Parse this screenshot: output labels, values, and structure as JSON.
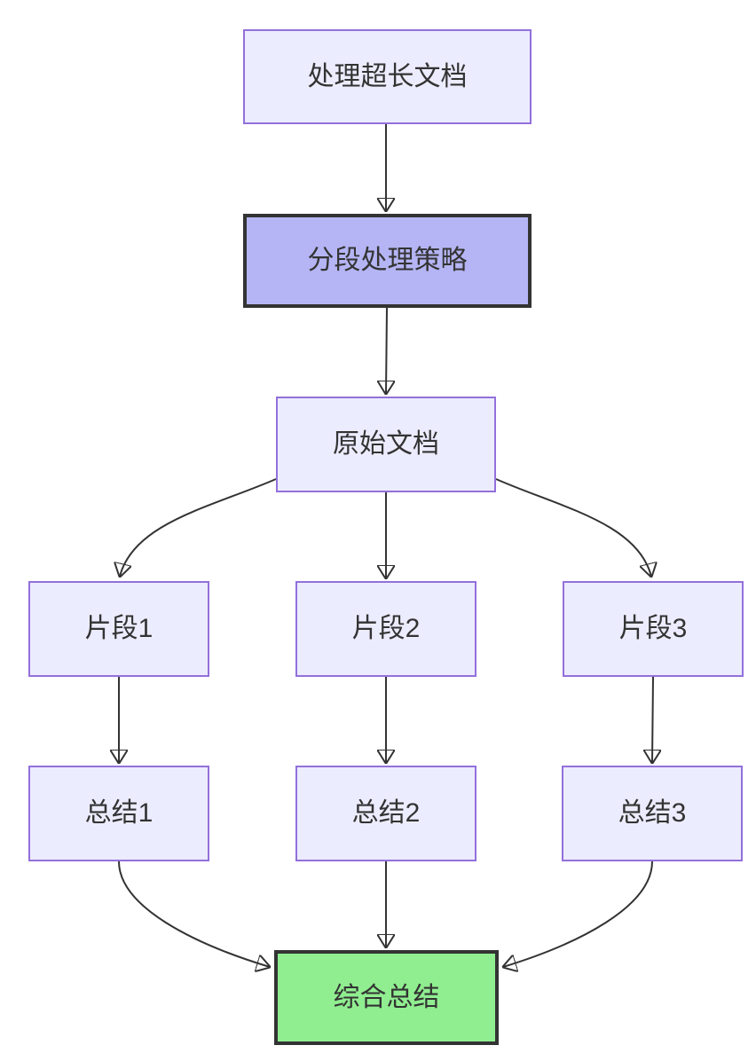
{
  "diagram": {
    "type": "flowchart",
    "direction": "top-down",
    "background_color": "#ffffff",
    "colors": {
      "default_node_fill": "#ECECFF",
      "default_node_border": "#9370DB",
      "emphasis_node_fill": "#b5b5f5",
      "emphasis_node_border": "#333333",
      "success_node_fill": "#90EE90",
      "success_node_border": "#333333",
      "edge_color": "#333333",
      "text_color": "#333333"
    },
    "nodes": [
      {
        "id": "process-long-doc",
        "label": "处理超长文档",
        "style": "default"
      },
      {
        "id": "segment-strategy",
        "label": "分段处理策略",
        "style": "emphasis"
      },
      {
        "id": "original-doc",
        "label": "原始文档",
        "style": "default"
      },
      {
        "id": "segment-1",
        "label": "片段1",
        "style": "default"
      },
      {
        "id": "segment-2",
        "label": "片段2",
        "style": "default"
      },
      {
        "id": "segment-3",
        "label": "片段3",
        "style": "default"
      },
      {
        "id": "summary-1",
        "label": "总结1",
        "style": "default"
      },
      {
        "id": "summary-2",
        "label": "总结2",
        "style": "default"
      },
      {
        "id": "summary-3",
        "label": "总结3",
        "style": "default"
      },
      {
        "id": "combined-summary",
        "label": "综合总结",
        "style": "success"
      }
    ],
    "edges": [
      {
        "from": "处理超长文档",
        "to": "分段处理策略"
      },
      {
        "from": "分段处理策略",
        "to": "原始文档"
      },
      {
        "from": "原始文档",
        "to": "片段1"
      },
      {
        "from": "原始文档",
        "to": "片段2"
      },
      {
        "from": "原始文档",
        "to": "片段3"
      },
      {
        "from": "片段1",
        "to": "总结1"
      },
      {
        "from": "片段2",
        "to": "总结2"
      },
      {
        "from": "片段3",
        "to": "总结3"
      },
      {
        "from": "总结1",
        "to": "综合总结"
      },
      {
        "from": "总结2",
        "to": "综合总结"
      },
      {
        "from": "总结3",
        "to": "综合总结"
      }
    ]
  }
}
